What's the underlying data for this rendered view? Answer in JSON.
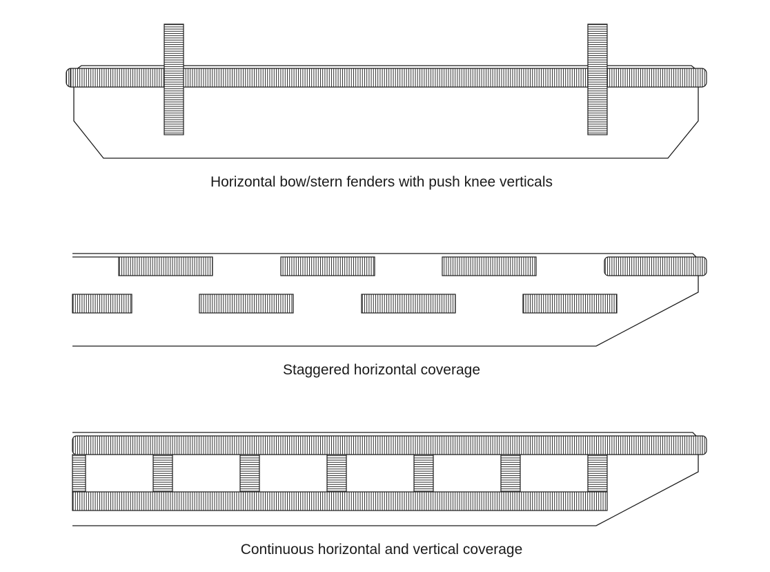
{
  "diagram": {
    "panels": [
      {
        "id": "bow-stern",
        "caption": "Horizontal bow/stern fenders with push knee verticals"
      },
      {
        "id": "staggered",
        "caption": "Staggered horizontal coverage"
      },
      {
        "id": "continuous",
        "caption": "Continuous horizontal and vertical coverage"
      }
    ],
    "colors": {
      "line": "#1a1a1a",
      "background": "#ffffff"
    }
  }
}
